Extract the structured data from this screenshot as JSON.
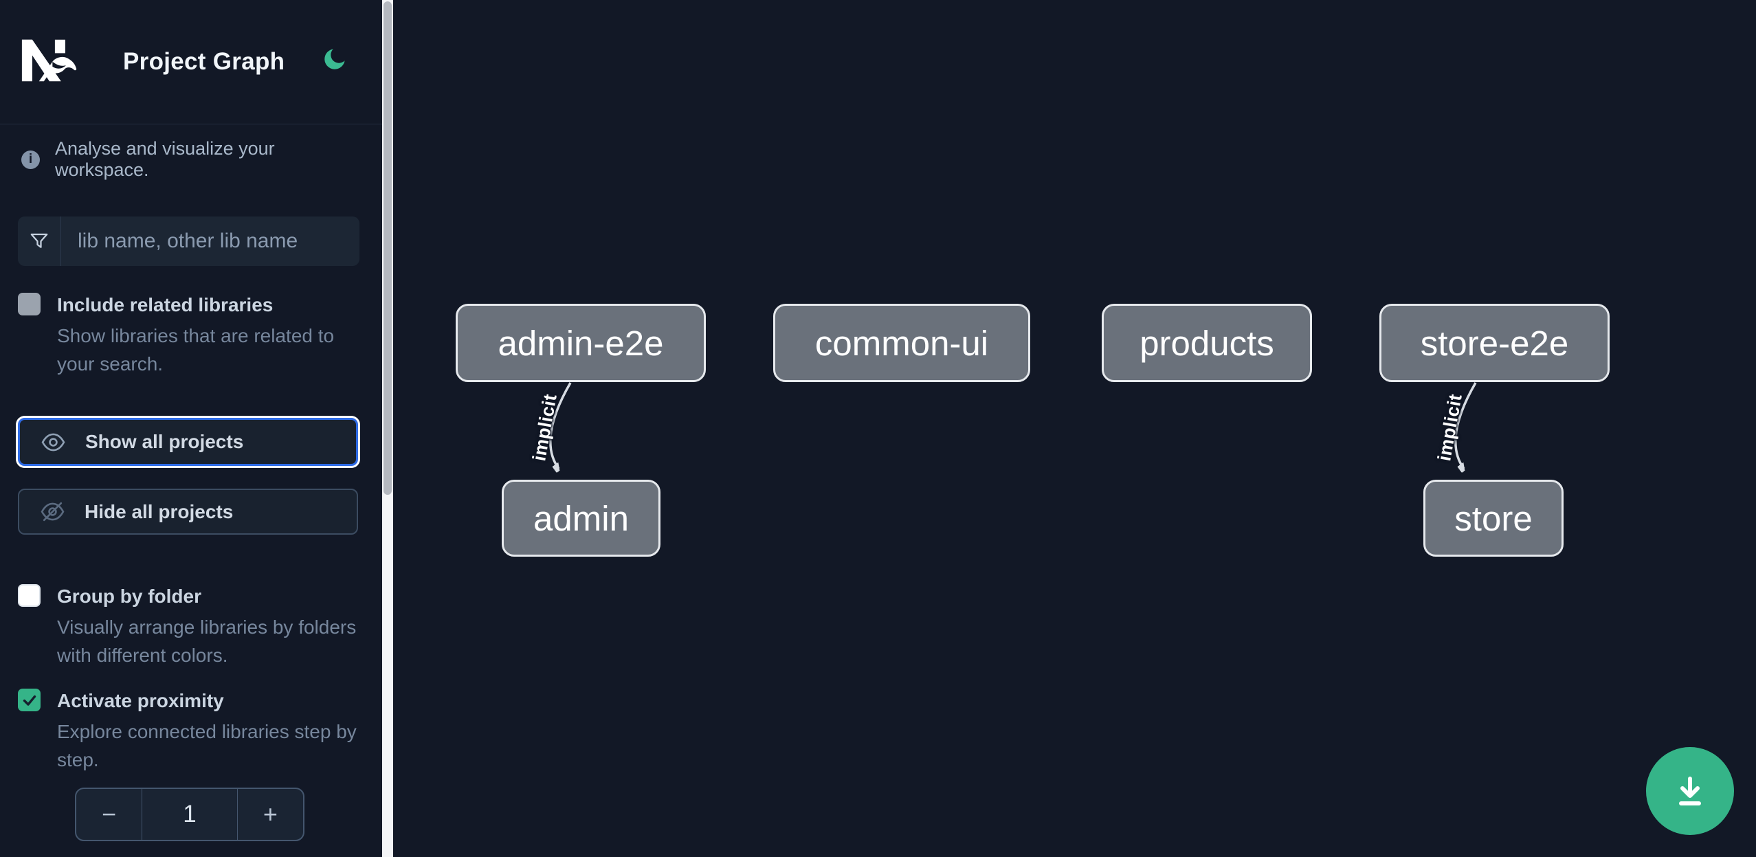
{
  "app": {
    "title": "Project Graph",
    "tagline": "Analyse and visualize your workspace."
  },
  "sidebar": {
    "filter": {
      "placeholder": "lib name, other lib name",
      "value": ""
    },
    "toggles": [
      {
        "label": "Include related libraries",
        "description": "Show libraries that are related to your search.",
        "checked": false,
        "disabled": true
      },
      {
        "label": "Group by folder",
        "description": "Visually arrange libraries by folders with different colors.",
        "checked": false
      },
      {
        "label": "Activate proximity",
        "description": "Explore connected libraries step by step.",
        "checked": true
      }
    ],
    "buttons": [
      {
        "label": "Show all projects",
        "focused": true
      },
      {
        "label": "Hide all projects",
        "focused": false
      }
    ],
    "stepper": {
      "decrement_label": "−",
      "value": "1",
      "increment_label": "+"
    }
  },
  "graph": {
    "nodes": [
      {
        "label": "admin-e2e"
      },
      {
        "label": "common-ui"
      },
      {
        "label": "products"
      },
      {
        "label": "store-e2e"
      },
      {
        "label": "admin"
      },
      {
        "label": "store"
      }
    ],
    "edges": [
      {
        "source": "admin-e2e",
        "target": "admin",
        "label": "implicit"
      },
      {
        "source": "store-e2e",
        "target": "store",
        "label": "implicit"
      }
    ]
  },
  "colors": {
    "background": "#121826",
    "accent_green": "#35b488",
    "focus_blue": "#2e6be6",
    "node_fill": "#6a717b",
    "node_border": "#e6e9ed",
    "edge": "#d7dce3"
  }
}
